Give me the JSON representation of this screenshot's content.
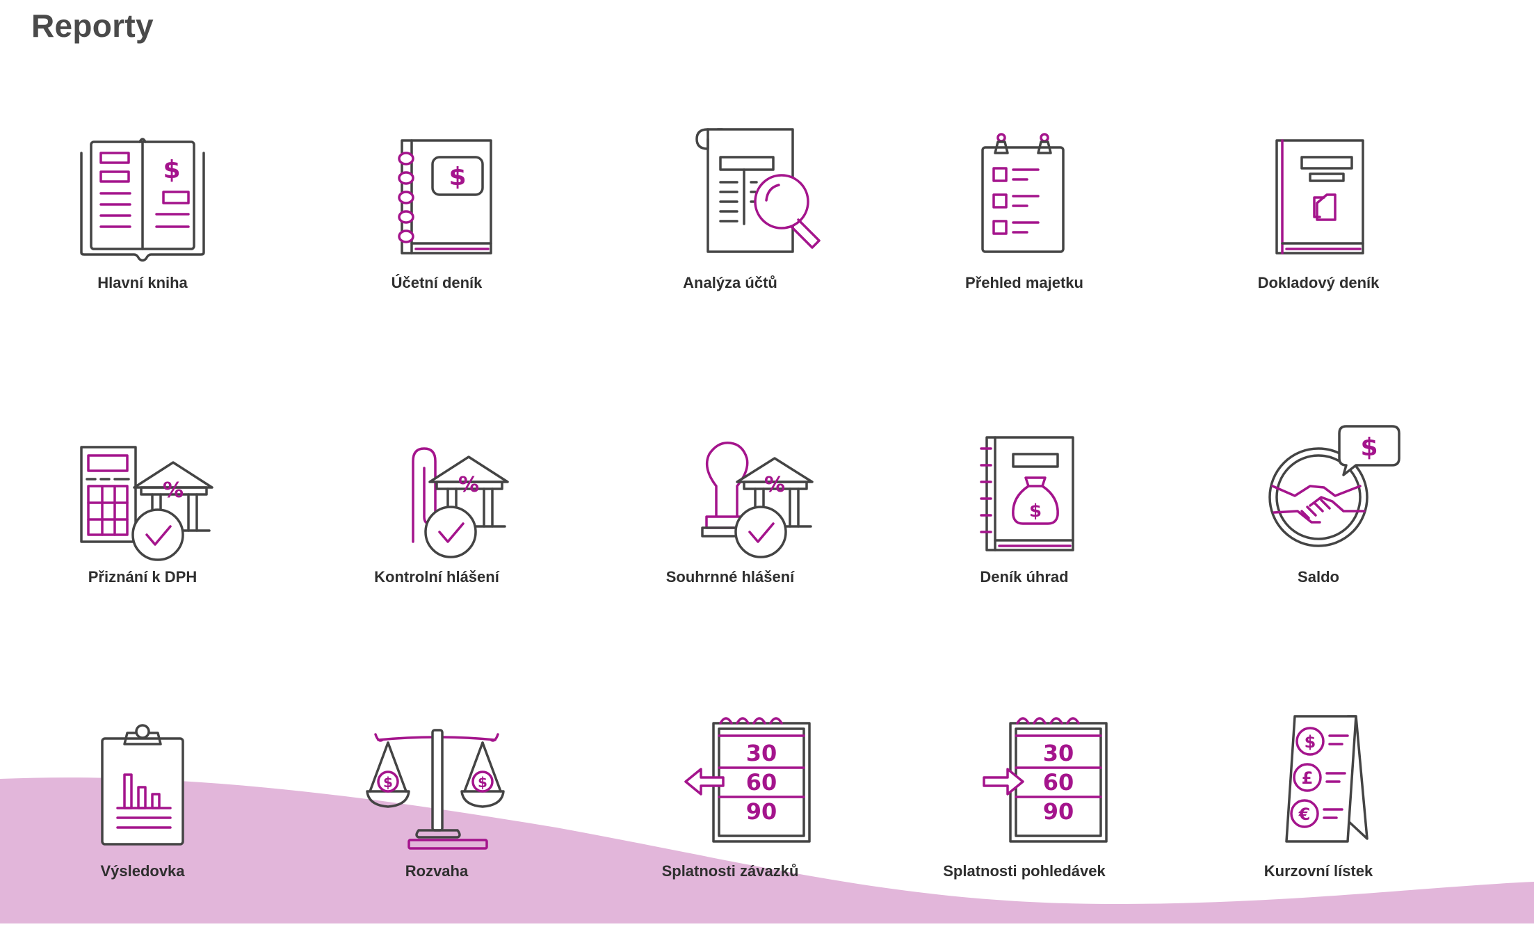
{
  "page": {
    "title": "Reporty"
  },
  "colors": {
    "accent": "#a4148c",
    "icon_stroke": "#444444",
    "wave": "#e2b6da"
  },
  "reports": [
    {
      "label": "Hlavní kniha",
      "icon": "ledger-book-icon"
    },
    {
      "label": "Účetní deník",
      "icon": "spiral-notebook-dollar-icon"
    },
    {
      "label": "Analýza účtů",
      "icon": "document-magnifier-icon"
    },
    {
      "label": "Přehled majetku",
      "icon": "checklist-clipboard-icon"
    },
    {
      "label": "Dokladový deník",
      "icon": "document-book-icon"
    },
    {
      "label": "Přiznání k DPH",
      "icon": "calculator-bank-check-icon"
    },
    {
      "label": "Kontrolní hlášení",
      "icon": "paperclip-bank-check-icon"
    },
    {
      "label": "Souhrnné hlášení",
      "icon": "stamp-bank-check-icon"
    },
    {
      "label": "Deník úhrad",
      "icon": "notebook-money-bag-icon"
    },
    {
      "label": "Saldo",
      "icon": "handshake-speech-dollar-icon"
    },
    {
      "label": "Výsledovka",
      "icon": "clipboard-bar-chart-icon"
    },
    {
      "label": "Rozvaha",
      "icon": "balance-scale-icon"
    },
    {
      "label": "Splatnosti závazků",
      "icon": "calendar-arrow-left-icon",
      "numbers": [
        "30",
        "60",
        "90"
      ]
    },
    {
      "label": "Splatnosti pohledávek",
      "icon": "calendar-arrow-right-icon",
      "numbers": [
        "30",
        "60",
        "90"
      ]
    },
    {
      "label": "Kurzovní lístek",
      "icon": "currency-rates-stand-icon",
      "symbols": [
        "$",
        "£",
        "€"
      ]
    }
  ]
}
